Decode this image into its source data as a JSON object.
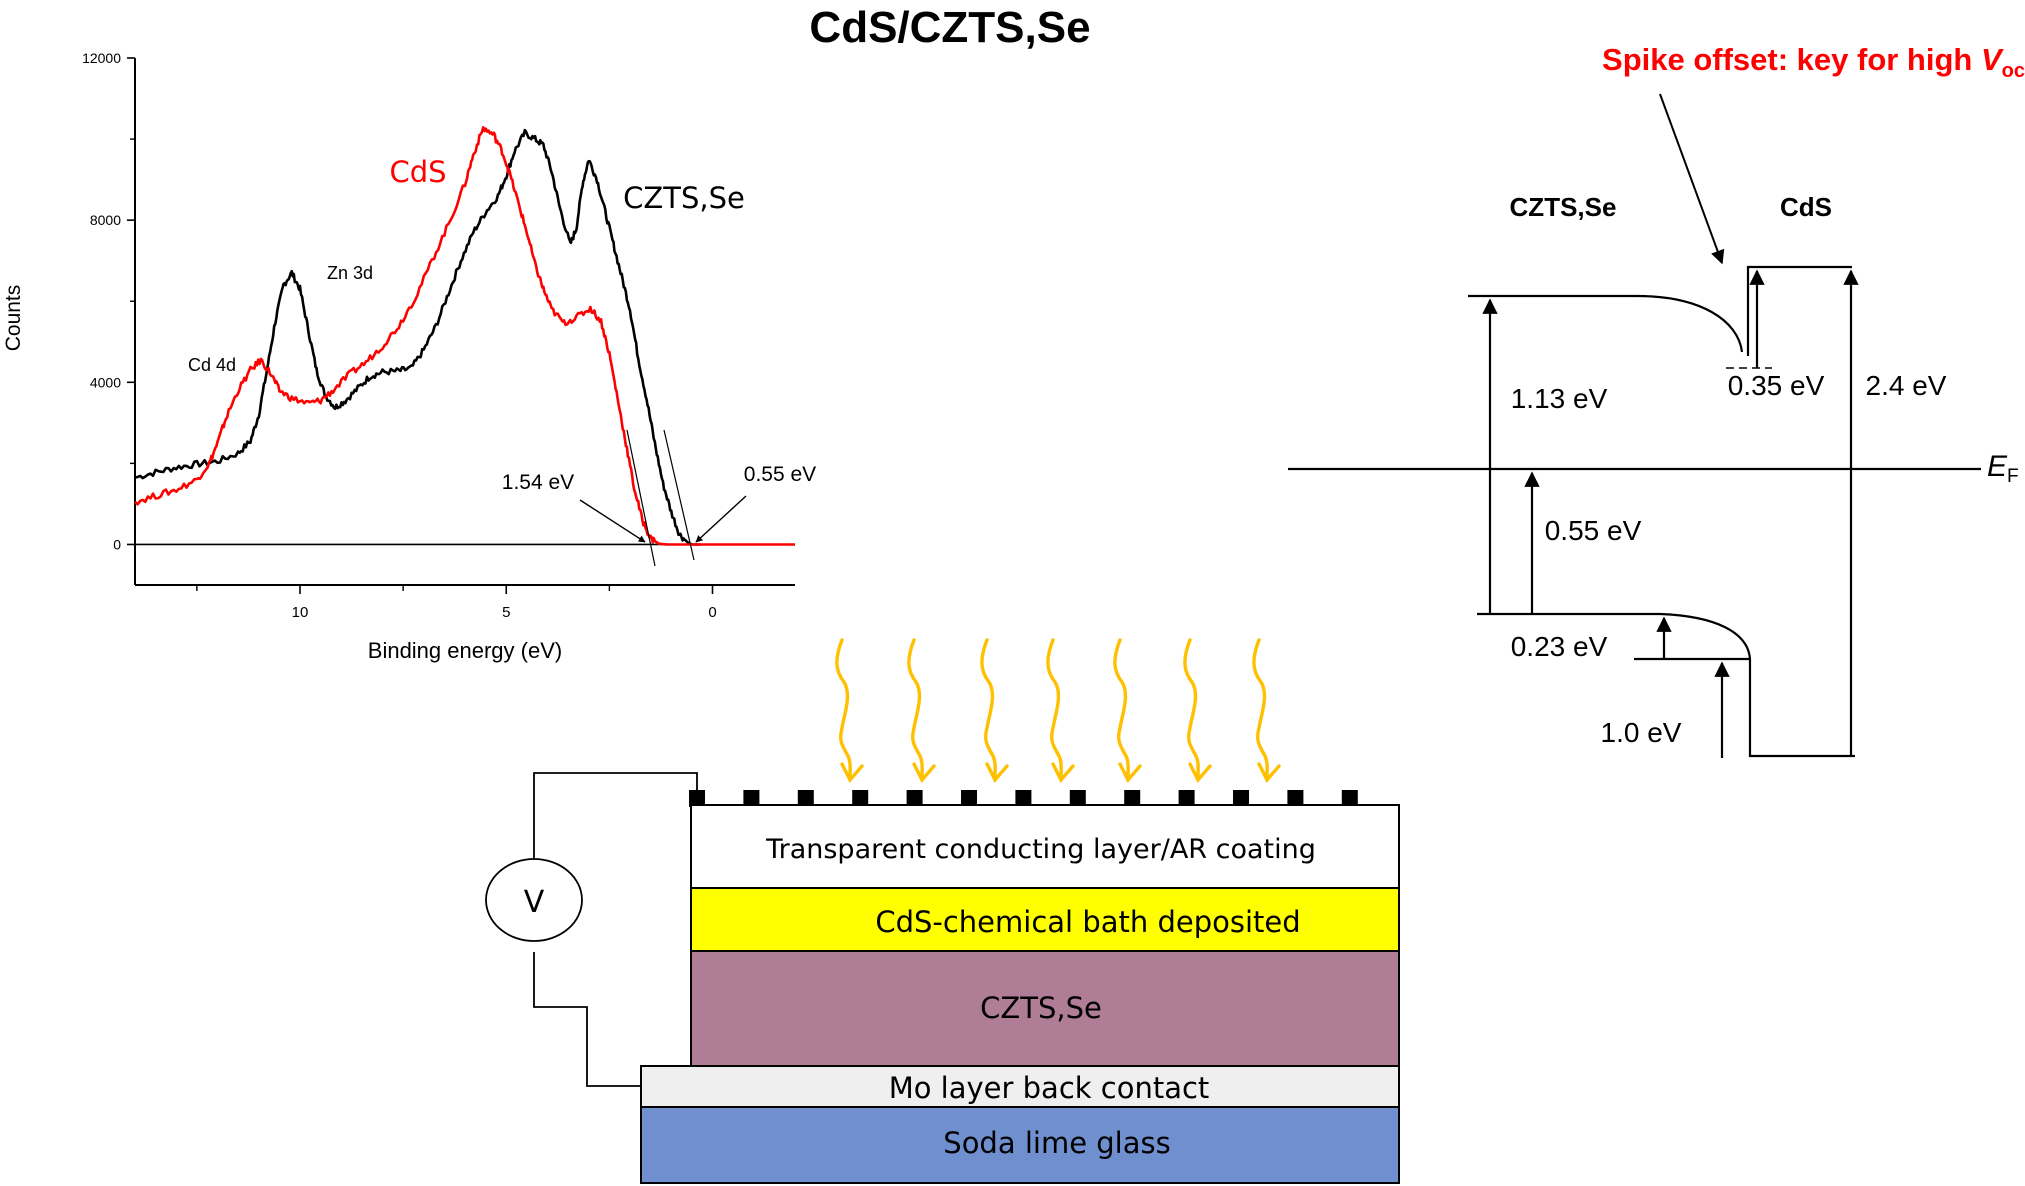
{
  "title": "CdS/CZTS,Se",
  "chart_data": {
    "type": "line",
    "title": "",
    "xlabel": "Binding energy (eV)",
    "ylabel": "Counts",
    "xlim": [
      14,
      -2
    ],
    "ylim": [
      -1000,
      12000
    ],
    "x_reversed": true,
    "xticks": [
      10,
      5,
      0
    ],
    "xtick_labels": [
      "10",
      "5",
      "0"
    ],
    "x_minor_ticks": [
      12.5,
      7.5,
      2.5
    ],
    "yticks": [
      0,
      4000,
      8000,
      12000
    ],
    "ytick_labels": [
      "0",
      "4000",
      "8000",
      "12000"
    ],
    "y_minor_ticks": [
      2000,
      6000,
      10000
    ],
    "grid": false,
    "baseline_y": 0,
    "series": [
      {
        "name": "CZTS,Se",
        "color": "#000000",
        "label": "CZTS,Se",
        "points": [
          [
            14.0,
            1650
          ],
          [
            13.5,
            1780
          ],
          [
            13.0,
            1900
          ],
          [
            12.5,
            1980
          ],
          [
            12.0,
            2050
          ],
          [
            11.5,
            2250
          ],
          [
            11.2,
            2550
          ],
          [
            11.0,
            3200
          ],
          [
            10.8,
            4300
          ],
          [
            10.6,
            5500
          ],
          [
            10.4,
            6400
          ],
          [
            10.2,
            6700
          ],
          [
            10.0,
            6300
          ],
          [
            9.8,
            5300
          ],
          [
            9.6,
            4300
          ],
          [
            9.4,
            3700
          ],
          [
            9.15,
            3380
          ],
          [
            8.9,
            3550
          ],
          [
            8.6,
            3850
          ],
          [
            8.3,
            4150
          ],
          [
            8.0,
            4250
          ],
          [
            7.6,
            4280
          ],
          [
            7.3,
            4350
          ],
          [
            7.0,
            4800
          ],
          [
            6.7,
            5400
          ],
          [
            6.4,
            6200
          ],
          [
            6.1,
            7000
          ],
          [
            5.8,
            7700
          ],
          [
            5.5,
            8200
          ],
          [
            5.2,
            8600
          ],
          [
            5.0,
            9100
          ],
          [
            4.8,
            9700
          ],
          [
            4.55,
            10150
          ],
          [
            4.3,
            10000
          ],
          [
            4.1,
            9850
          ],
          [
            3.9,
            9200
          ],
          [
            3.7,
            8300
          ],
          [
            3.45,
            7400
          ],
          [
            3.3,
            7800
          ],
          [
            3.15,
            8900
          ],
          [
            3.0,
            9500
          ],
          [
            2.8,
            9000
          ],
          [
            2.6,
            8200
          ],
          [
            2.4,
            7400
          ],
          [
            2.2,
            6600
          ],
          [
            2.0,
            5800
          ],
          [
            1.8,
            4600
          ],
          [
            1.6,
            3600
          ],
          [
            1.4,
            2500
          ],
          [
            1.2,
            1500
          ],
          [
            1.0,
            800
          ],
          [
            0.8,
            250
          ],
          [
            0.6,
            50
          ],
          [
            0.5,
            0
          ],
          [
            0.3,
            0
          ]
        ]
      },
      {
        "name": "CdS",
        "color": "#ff0000",
        "label": "CdS",
        "points": [
          [
            14.0,
            1050
          ],
          [
            13.5,
            1200
          ],
          [
            13.0,
            1350
          ],
          [
            12.5,
            1600
          ],
          [
            12.2,
            2000
          ],
          [
            12.0,
            2500
          ],
          [
            11.8,
            3100
          ],
          [
            11.5,
            3800
          ],
          [
            11.2,
            4300
          ],
          [
            10.95,
            4550
          ],
          [
            10.7,
            4200
          ],
          [
            10.5,
            3800
          ],
          [
            10.2,
            3600
          ],
          [
            9.8,
            3480
          ],
          [
            9.5,
            3550
          ],
          [
            9.2,
            3800
          ],
          [
            8.8,
            4200
          ],
          [
            8.4,
            4500
          ],
          [
            8.0,
            4900
          ],
          [
            7.6,
            5400
          ],
          [
            7.2,
            6100
          ],
          [
            6.8,
            7000
          ],
          [
            6.4,
            7900
          ],
          [
            6.0,
            8900
          ],
          [
            5.8,
            9600
          ],
          [
            5.56,
            10270
          ],
          [
            5.3,
            10100
          ],
          [
            5.1,
            9700
          ],
          [
            4.9,
            9100
          ],
          [
            4.7,
            8400
          ],
          [
            4.5,
            7700
          ],
          [
            4.3,
            6900
          ],
          [
            4.1,
            6300
          ],
          [
            3.9,
            5800
          ],
          [
            3.6,
            5460
          ],
          [
            3.3,
            5600
          ],
          [
            2.96,
            5830
          ],
          [
            2.7,
            5500
          ],
          [
            2.5,
            4700
          ],
          [
            2.3,
            3600
          ],
          [
            2.1,
            2500
          ],
          [
            1.9,
            1400
          ],
          [
            1.7,
            600
          ],
          [
            1.5,
            150
          ],
          [
            1.3,
            20
          ],
          [
            1.1,
            0
          ],
          [
            -2.0,
            0
          ]
        ]
      }
    ],
    "annotations": [
      {
        "text": "Cd 4d",
        "x": 11.5,
        "y": 4500
      },
      {
        "text": "Zn 3d",
        "x": 9.0,
        "y": 6800
      },
      {
        "text": "1.54 eV",
        "x": 1.54,
        "y": 0,
        "arrow": true
      },
      {
        "text": "0.55 eV",
        "x": 0.55,
        "y": 0,
        "arrow": true
      }
    ]
  },
  "band_diagram": {
    "left_material": "CZTS,Se",
    "right_material": "CdS",
    "callout": "Spike offset: key for high ",
    "callout_symbol": "V",
    "callout_subscript": "oc",
    "callout_color": "#ff0000",
    "fermi_label": "E",
    "fermi_subscript": "F",
    "labels": {
      "czts_cb_to_vb": "1.13 eV",
      "spike": "0.35 eV",
      "cds_gap": "2.4 eV",
      "vb_to_ef": "0.55 eV",
      "vb_bending": "0.23 eV",
      "vb_offset": "1.0 eV"
    }
  },
  "device": {
    "light_color": "#ffc000",
    "voltmeter_label": "V",
    "layers": [
      {
        "name": "Transparent conducting layer/AR coating",
        "color": "#ffffff"
      },
      {
        "name": "CdS-chemical bath deposited",
        "color": "#ffff00"
      },
      {
        "name": "CZTS,Se",
        "color": "#b07d96"
      },
      {
        "name": "Mo layer back contact",
        "color": "#efefef"
      },
      {
        "name": "Soda lime glass",
        "color": "#6f8fcf"
      }
    ]
  }
}
